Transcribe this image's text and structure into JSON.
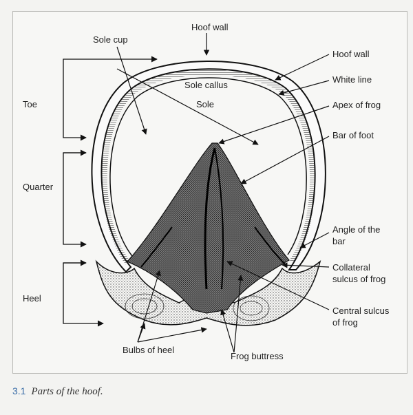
{
  "labels": {
    "hoof_wall_top": "Hoof wall",
    "sole_cup": "Sole cup",
    "hoof_wall_right": "Hoof wall",
    "white_line": "White line",
    "sole_callus": "Sole callus",
    "sole": "Sole",
    "apex_of_frog": "Apex of frog",
    "toe": "Toe",
    "bar_of_foot": "Bar of foot",
    "quarter": "Quarter",
    "angle_of_bar_1": "Angle of the",
    "angle_of_bar_2": "bar",
    "collateral_sulcus_1": "Collateral",
    "collateral_sulcus_2": "sulcus of frog",
    "heel": "Heel",
    "central_sulcus_1": "Central sulcus",
    "central_sulcus_2": "of frog",
    "bulbs_of_heel": "Bulbs of heel",
    "frog_buttress": "Frog buttress"
  },
  "caption": {
    "number": "3.1",
    "text": "Parts of the hoof."
  }
}
